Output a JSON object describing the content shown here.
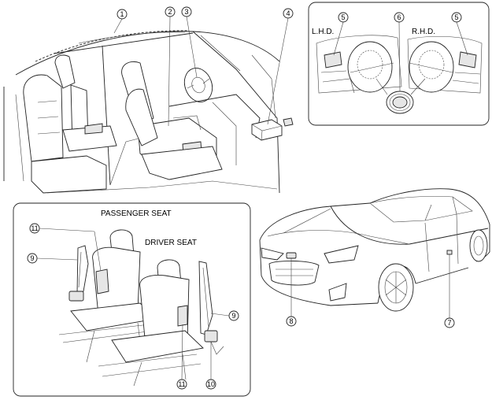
{
  "labels": {
    "lhd": "L.H.D.",
    "rhd": "R.H.D.",
    "passenger_seat": "PASSENGER SEAT",
    "driver_seat": "DRIVER SEAT"
  },
  "callouts": {
    "c1": "1",
    "c2": "2",
    "c3": "3",
    "c4": "4",
    "c5_left": "5",
    "c5_right": "5",
    "c6": "6",
    "c7": "7",
    "c8": "8",
    "c9_left": "9",
    "c9_right": "9",
    "c10": "10",
    "c11_top": "11",
    "c11_bottom": "11"
  }
}
